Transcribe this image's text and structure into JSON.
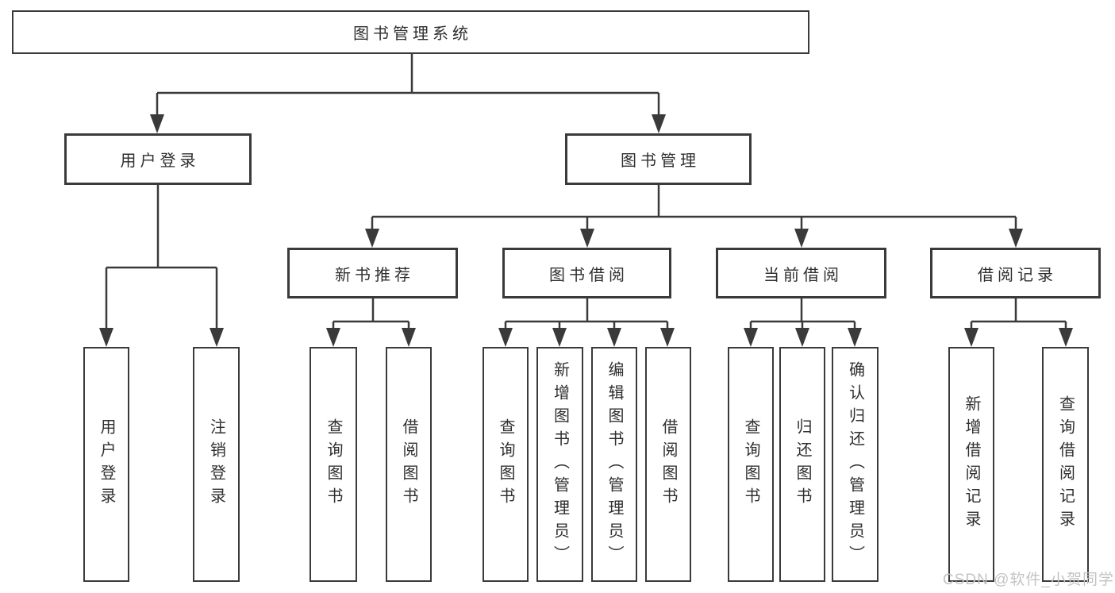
{
  "diagram": {
    "title": "图书管理系统",
    "type": "functional-structure-tree"
  },
  "tree": {
    "label": "图书管理系统",
    "children": [
      {
        "label": "用户登录",
        "children": [
          {
            "label": "用户登录"
          },
          {
            "label": "注销登录"
          }
        ]
      },
      {
        "label": "图书管理",
        "children": [
          {
            "label": "新书推荐",
            "children": [
              {
                "label": "查询图书"
              },
              {
                "label": "借阅图书"
              }
            ]
          },
          {
            "label": "图书借阅",
            "children": [
              {
                "label": "查询图书"
              },
              {
                "label": "新增图书（管理员）"
              },
              {
                "label": "编辑图书（管理员）"
              },
              {
                "label": "借阅图书"
              }
            ]
          },
          {
            "label": "当前借阅",
            "children": [
              {
                "label": "查询图书"
              },
              {
                "label": "归还图书"
              },
              {
                "label": "确认归还（管理员）"
              }
            ]
          },
          {
            "label": "借阅记录",
            "children": [
              {
                "label": "新增借阅记录"
              },
              {
                "label": "查询借阅记录"
              }
            ]
          }
        ]
      }
    ]
  },
  "watermark": {
    "text": "CSDN @软件_小贺同学"
  },
  "colors": {
    "line": "#3a3a3a",
    "text": "#2f2f2f",
    "box_background": "#ffffff",
    "page_background": "#ffffff",
    "watermark": "#c3c3c3"
  }
}
